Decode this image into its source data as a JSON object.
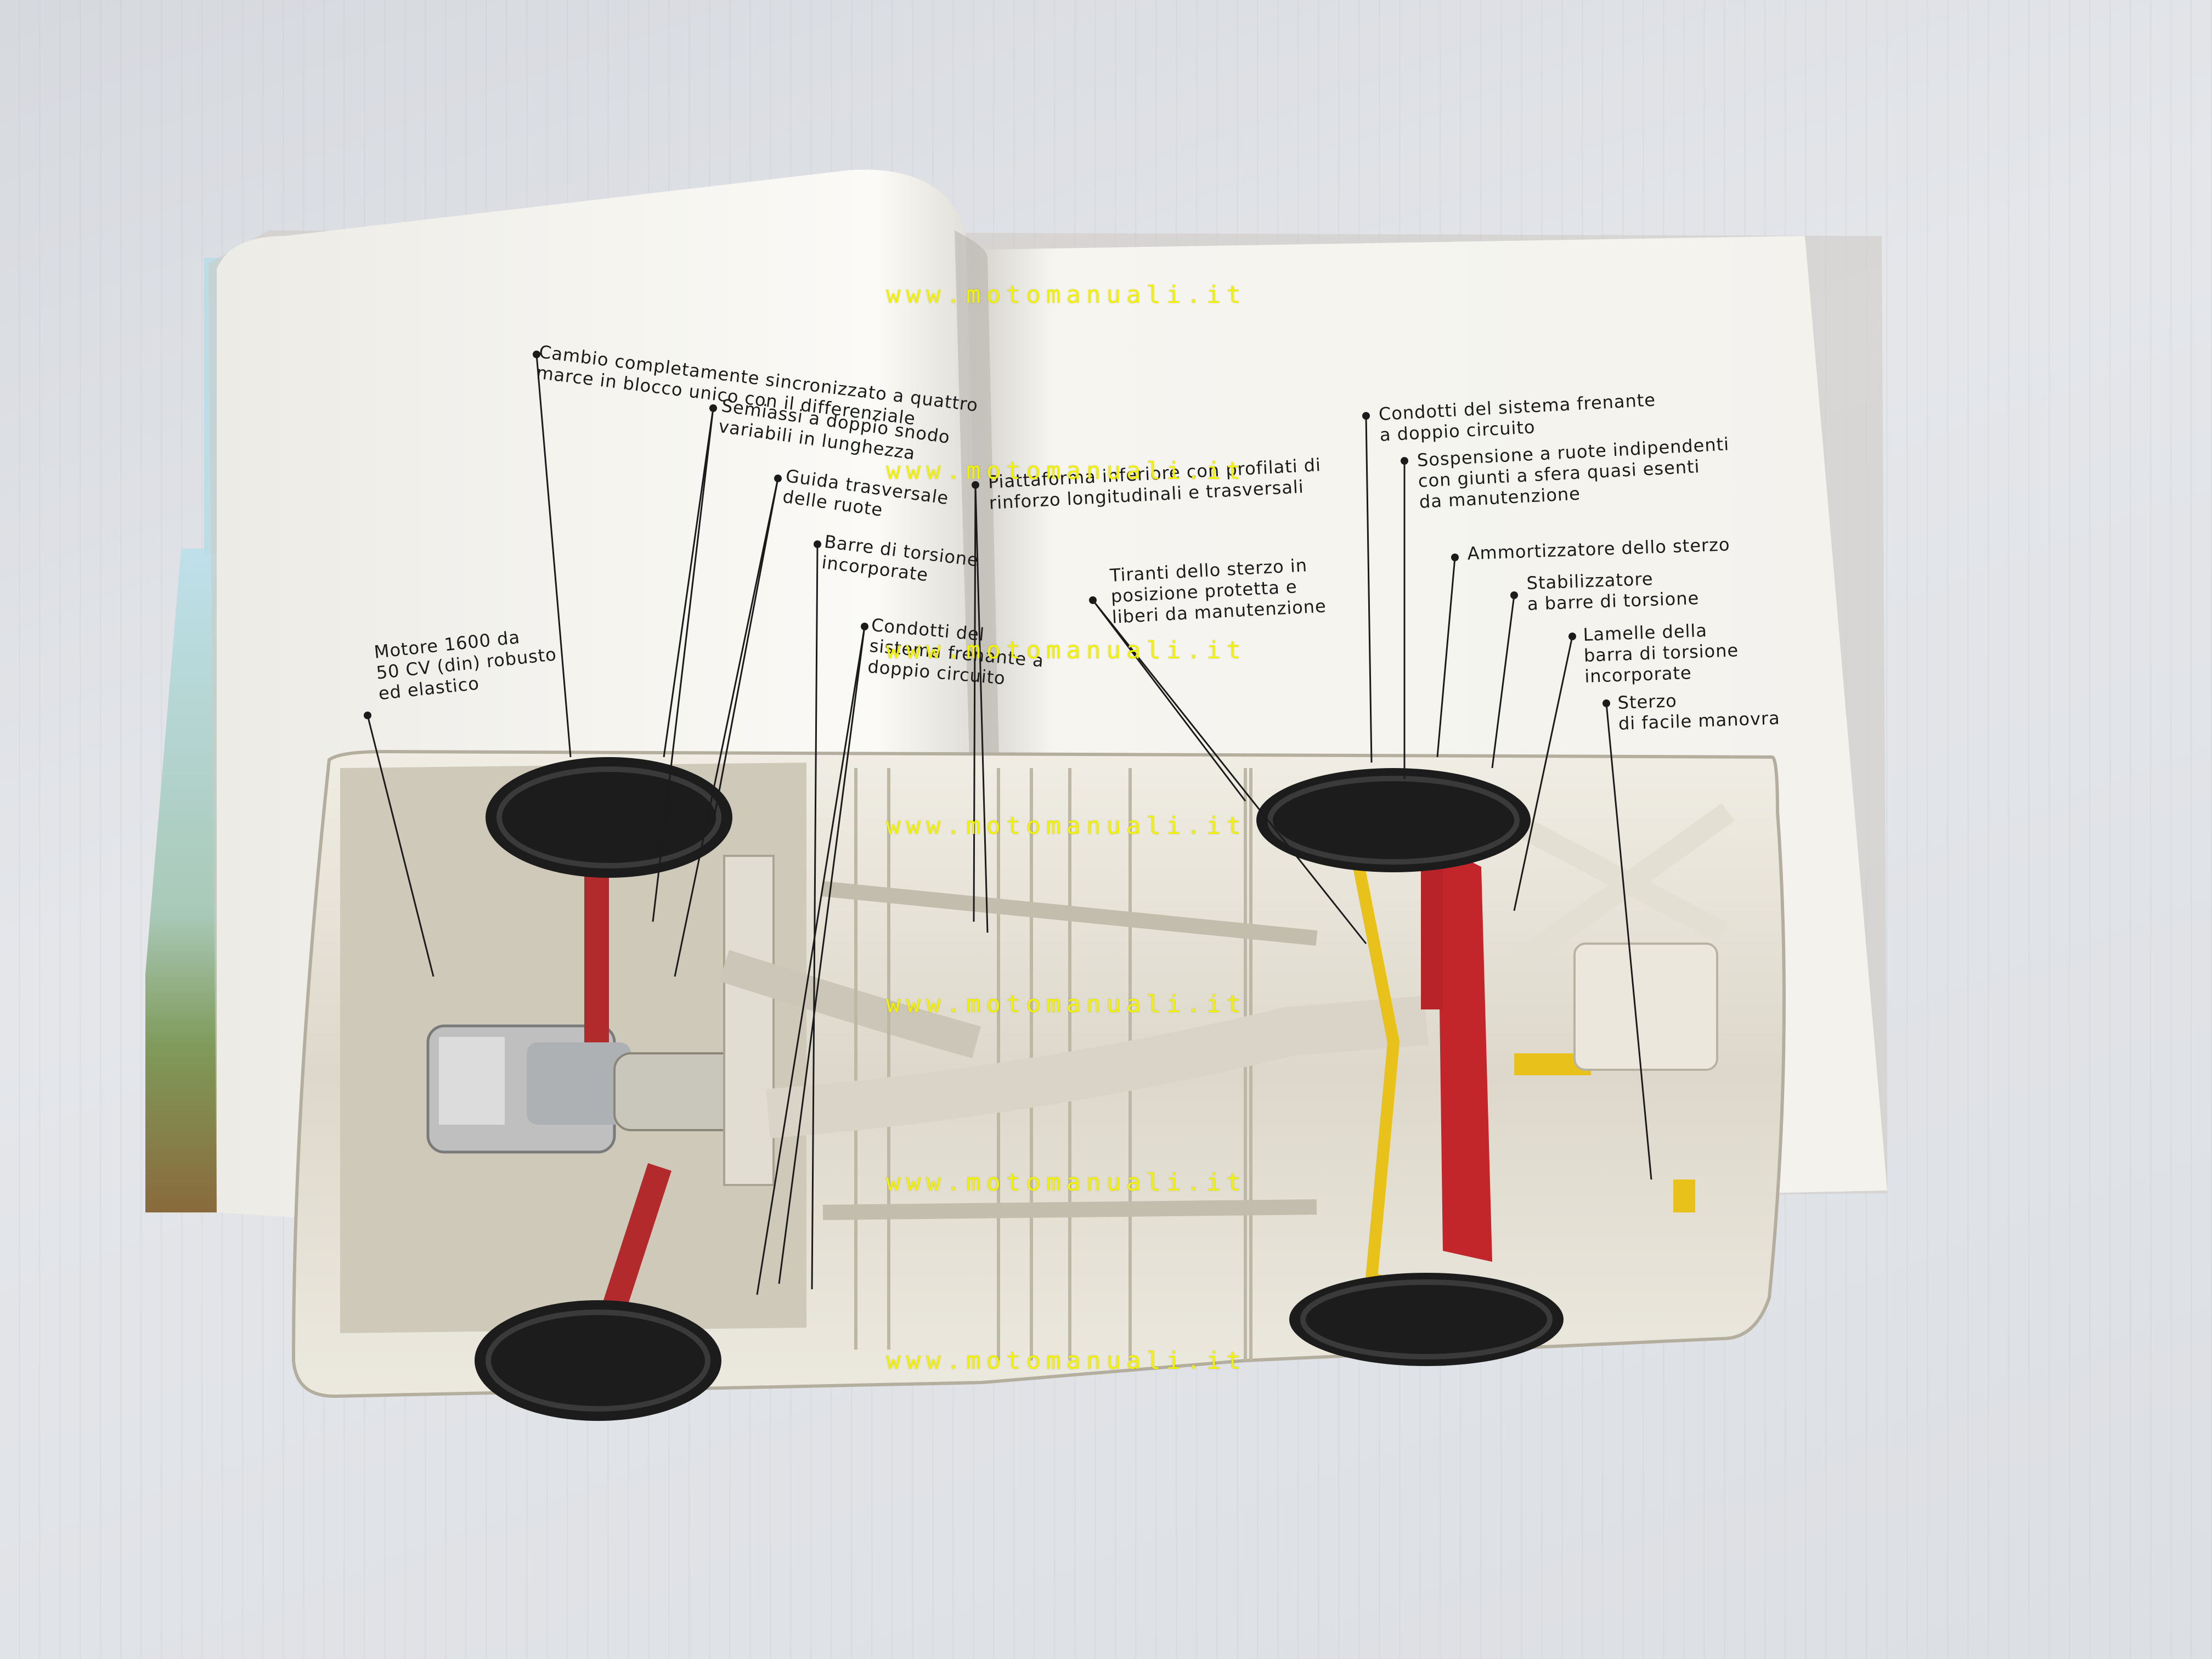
{
  "watermark": "www.motomanuali.it",
  "labels": {
    "cambio": "Cambio completamente sincronizzato a quattro\nmarce in blocco unico con il differenziale",
    "semiassi": "Semiassi a doppio snodo\nvariabili in lunghezza",
    "guida": "Guida trasversale\ndelle ruote",
    "barre": "Barre di torsione\nincorporate",
    "condotti_left": "Condotti del\nsistema frenante a\ndoppio circuito",
    "motore": "Motore 1600 da\n50 CV (din) robusto\ned elastico",
    "piattaforma": "Piattaforma inferiore con profilati di\nrinforzo longitudinali e trasversali",
    "tiranti": "Tiranti dello sterzo in\nposizione protetta e\nliberi da manutenzione",
    "condotti_right": "Condotti del sistema frenante\na doppio circuito",
    "sospensione": "Sospensione a ruote indipendenti\ncon giunti a sfera quasi esenti\nda manutenzione",
    "ammortizzatore": "Ammortizzatore dello sterzo",
    "stabilizzatore": "Stabilizzatore\na barre di torsione",
    "lamelle": "Lamelle della\nbarra di torsione\nincorporate",
    "sterzo": "Sterzo\ndi facile manovra"
  },
  "colors": {
    "paper": "#f7f5ef",
    "chassis": "#e8e4d8",
    "accent_red": "#c2262b",
    "accent_yellow": "#e8c21a",
    "tire": "#1c1c1c",
    "watermark": "#f2f200"
  }
}
